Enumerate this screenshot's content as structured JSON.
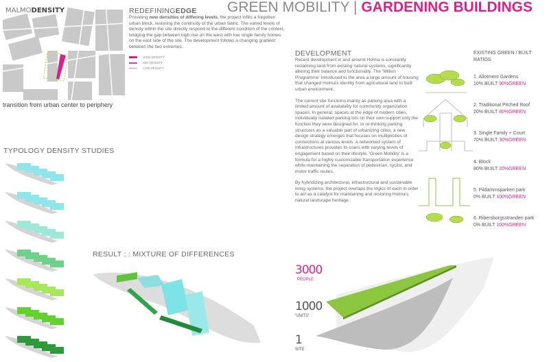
{
  "title": {
    "left": "GREEN MOBILITY |",
    "right": "GARDENING BUILDINGS"
  },
  "map": {
    "title_light": "MALMO",
    "title_bold": "DENSITY",
    "caption": "transition from urban center to periphery"
  },
  "redefining": {
    "heading_light": "REDEFINING",
    "heading_bold": "EDGE",
    "intro": "Providing ",
    "intro_bold": "new densities of differing levels",
    "body": ", the project infills a forgotten urban block, restoring the continuity of the urban fabric. The varied levels of density within the site directly respond to the different condition of the context, bridging the gap between high rise on the west with low single family homes on the east side of the site. The development follows a changing gradient between the two extremes.",
    "legend": [
      "HIGH DENSITY",
      "MID DENSITY",
      "LOW DENSITY"
    ]
  },
  "typology": {
    "title": "TYPOLOGY DENSITY STUDIES"
  },
  "result": {
    "title": "RESULT : : MIXTURE OF DIFFERENCES"
  },
  "development": {
    "heading": "DEVELOPMENT",
    "paragraphs": [
      "Recent development in and around Holma is constantly reclaiming land from existing natural systems, significantly altering their balance and functionality. The 'Million Programme' introduced to the area a large amount of housing that changed Holma's identity from agricultural land to built urban environment.",
      "The current site functions mainly as parking area with a limited amount of availability for community organization spaces. In general, spaces at the edge of modern cities, individually isolated parking lots on their own support only the function they were designed for. In re-thinking parking structures as a valuable part of urbanizing cities, a new design strategy emerges that focuses on multiplicities of connections at various levels. A networked system of infrastructures provides its users with varying levels of engagement based on their lifestyle. 'Green Mobility' is a formula for a highly customizable transportation experience while maintaining the separation of pedestrian, cyclist, and motor traffic routes.",
      "By hybridizing architectural, infrastructural and sustainable living systems, the project overlaps the logics of each in order to act as a catalyst for maintaining and restoring Holma's natural landscape heritage."
    ]
  },
  "ratios": {
    "heading": "EXISTING GREEN / BUILT RATIOS",
    "items": [
      {
        "name": "1. Allotment Gardens",
        "built": "10% BUILT",
        "green": "90%GREEN"
      },
      {
        "name": "2. Traditional Pitched Roof",
        "built": "20% BUILT",
        "green": "80%GREEN"
      },
      {
        "name": "3. Single Family + Court",
        "built": "70% BUILT",
        "green": "30%GREEN"
      },
      {
        "name": "4. Block",
        "built": "80% BUILT",
        "green": "20%GREEN"
      },
      {
        "name": "5. Pildammsparken park",
        "built": "0% BUILT",
        "green": "100%GREEN"
      },
      {
        "name": "6. Ribersborgsstranden park",
        "built": "0% BUILT",
        "green": "100%GREEN"
      }
    ]
  },
  "stats": [
    {
      "num": "3000",
      "label": "PEOPLE"
    },
    {
      "num": "1000",
      "label": "'UNITS'"
    },
    {
      "num": "1",
      "label": "SITE"
    }
  ],
  "colors": {
    "accent": "#d8208f",
    "green": "#8cc63f"
  }
}
